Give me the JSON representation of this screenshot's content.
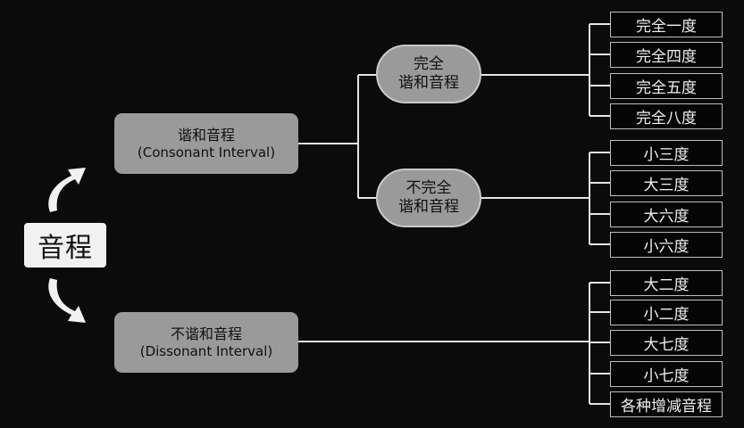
{
  "root": {
    "label": "音程"
  },
  "consonant": {
    "title": "谐和音程",
    "subtitle": "(Consonant Interval)"
  },
  "dissonant": {
    "title": "不谐和音程",
    "subtitle": "(Dissonant Interval)"
  },
  "perfect": {
    "line1": "完全",
    "line2": "谐和音程"
  },
  "imperfect": {
    "line1": "不完全",
    "line2": "谐和音程"
  },
  "perfect_items": [
    "完全一度",
    "完全四度",
    "完全五度",
    "完全八度"
  ],
  "imperfect_items": [
    "小三度",
    "大三度",
    "大六度",
    "小六度"
  ],
  "dissonant_items": [
    "大二度",
    "小二度",
    "大七度",
    "小七度",
    "各种增减音程"
  ]
}
